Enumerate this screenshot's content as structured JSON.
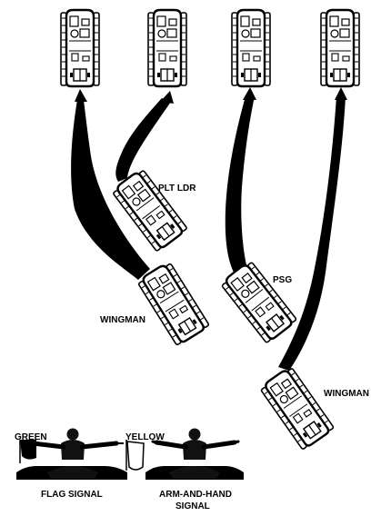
{
  "labels": {
    "plt_ldr": "PLT LDR",
    "psg": "PSG",
    "wingman_left": "WINGMAN",
    "wingman_right": "WINGMAN",
    "green": "GREEN",
    "yellow": "YELLOW",
    "flag_signal": "FLAG SIGNAL",
    "arm_and_hand_line1": "ARM-AND-HAND",
    "arm_and_hand_line2": "SIGNAL"
  }
}
